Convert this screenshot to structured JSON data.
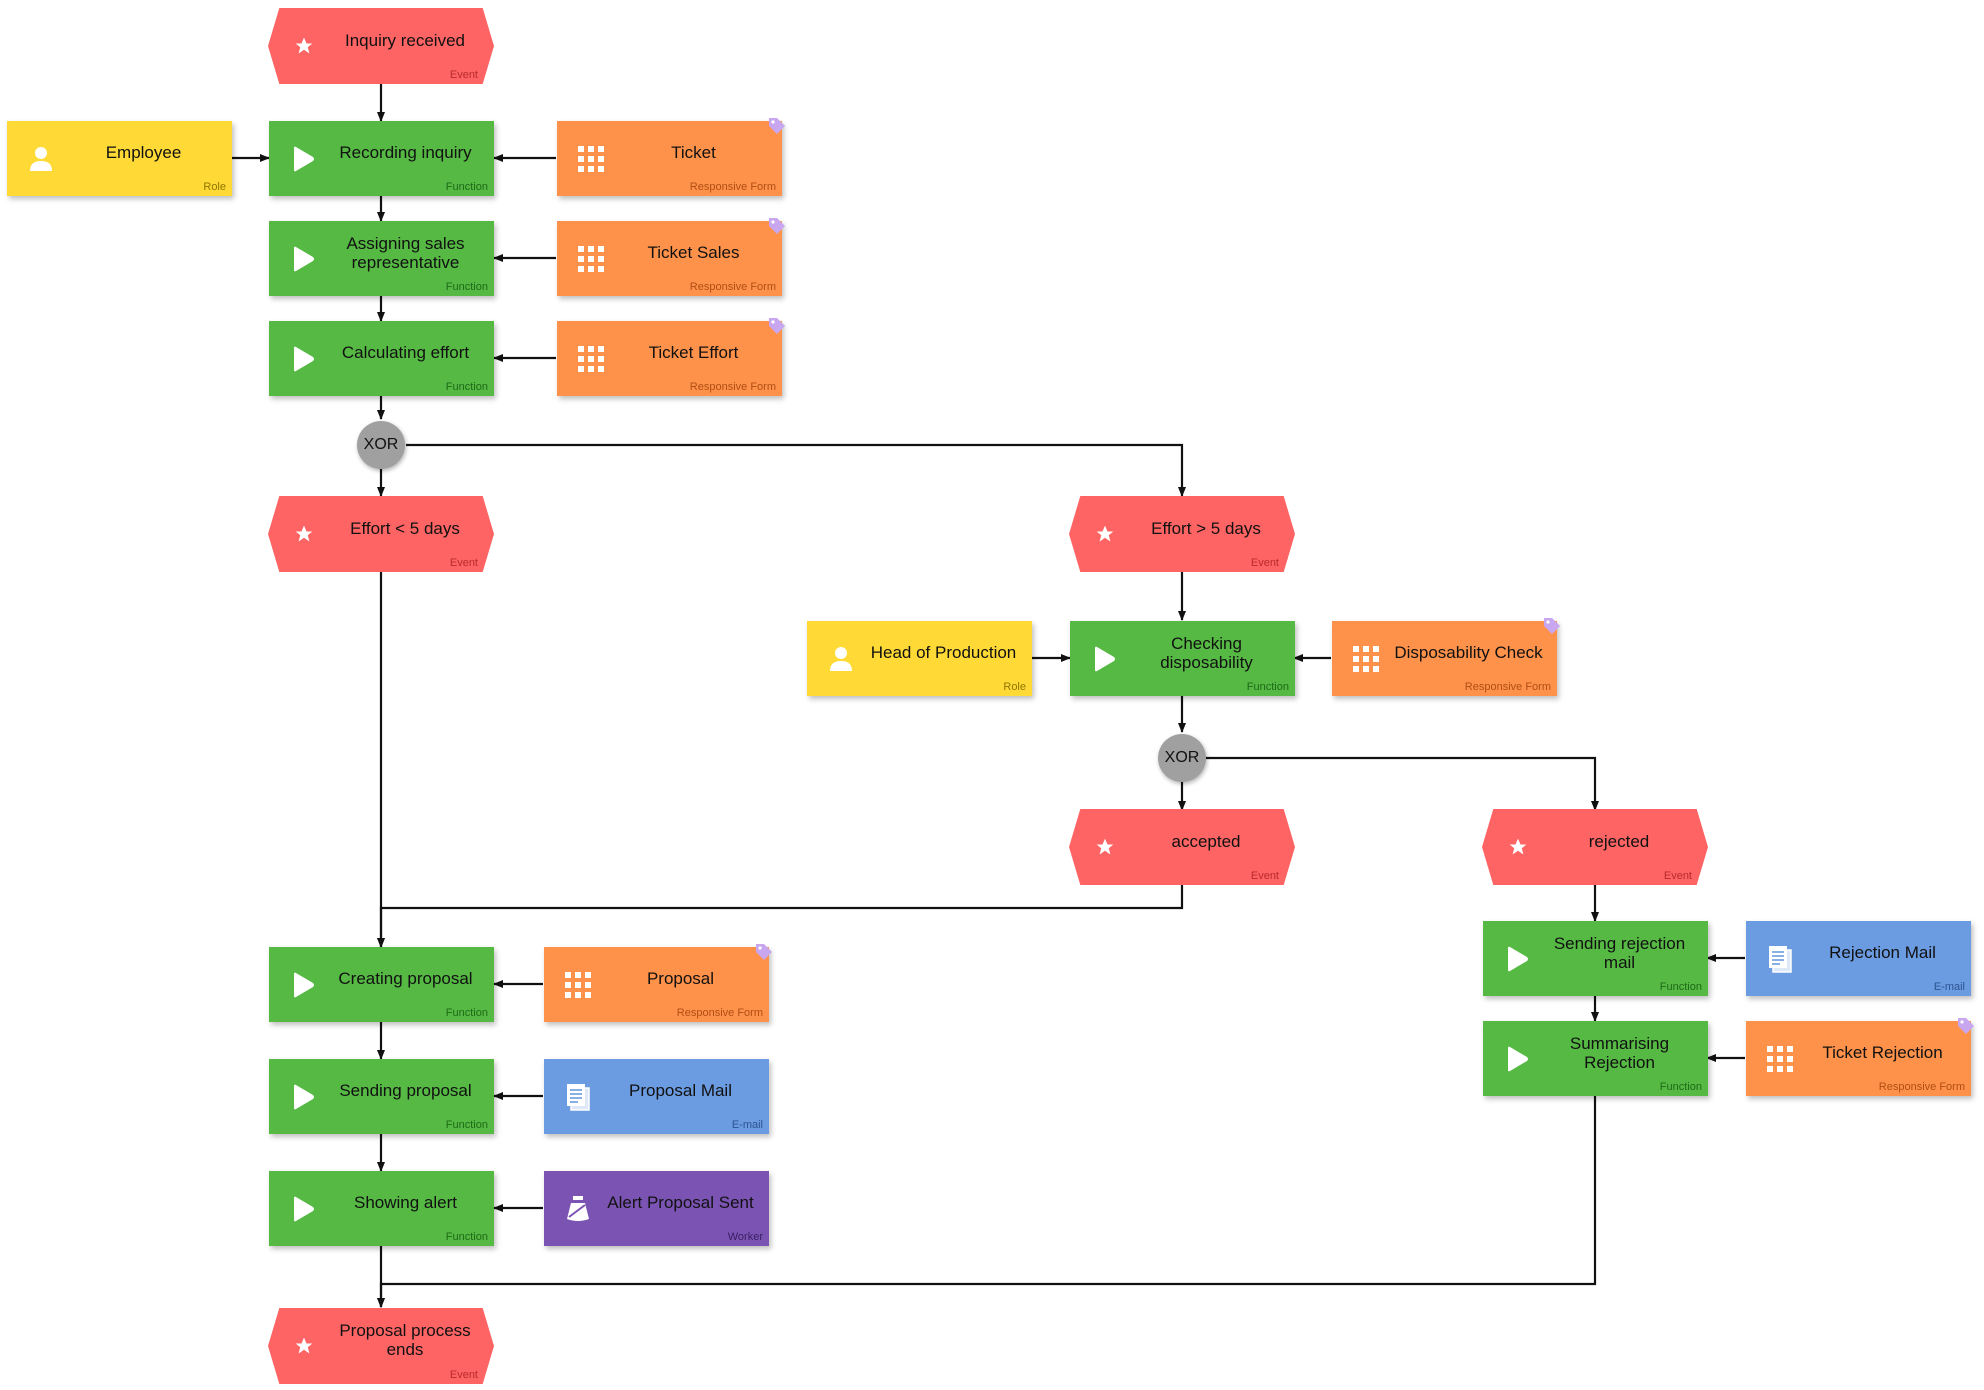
{
  "diagram": {
    "events": {
      "inquiry_received": {
        "label": "Inquiry received",
        "type": "Event"
      },
      "effort_lt5": {
        "label": "Effort < 5 days",
        "type": "Event"
      },
      "effort_gt5": {
        "label": "Effort > 5 days",
        "type": "Event"
      },
      "accepted": {
        "label": "accepted",
        "type": "Event"
      },
      "rejected": {
        "label": "rejected",
        "type": "Event"
      },
      "process_ends": {
        "label": "Proposal process ends",
        "type": "Event"
      }
    },
    "functions": {
      "recording_inquiry": {
        "label": "Recording inquiry",
        "type": "Function"
      },
      "assigning_sales": {
        "label": "Assigning sales representative",
        "type": "Function"
      },
      "calculating_effort": {
        "label": "Calculating effort",
        "type": "Function"
      },
      "checking_disposability": {
        "label": "Checking disposability",
        "type": "Function"
      },
      "creating_proposal": {
        "label": "Creating proposal",
        "type": "Function"
      },
      "sending_proposal": {
        "label": "Sending proposal",
        "type": "Function"
      },
      "showing_alert": {
        "label": "Showing alert",
        "type": "Function"
      },
      "sending_rejection_mail": {
        "label": "Sending rejection mail",
        "type": "Function"
      },
      "summarising_rejection": {
        "label": "Summarising Rejection",
        "type": "Function"
      }
    },
    "roles": {
      "employee": {
        "label": "Employee",
        "type": "Role"
      },
      "head_of_production": {
        "label": "Head of Production",
        "type": "Role"
      }
    },
    "forms": {
      "ticket": {
        "label": "Ticket",
        "type": "Responsive Form"
      },
      "ticket_sales": {
        "label": "Ticket Sales",
        "type": "Responsive Form"
      },
      "ticket_effort": {
        "label": "Ticket Effort",
        "type": "Responsive Form"
      },
      "disposability_check": {
        "label": "Disposability Check",
        "type": "Responsive Form"
      },
      "proposal": {
        "label": "Proposal",
        "type": "Responsive Form"
      },
      "ticket_rejection": {
        "label": "Ticket Rejection",
        "type": "Responsive Form"
      }
    },
    "mails": {
      "proposal_mail": {
        "label": "Proposal Mail",
        "type": "E-mail"
      },
      "rejection_mail": {
        "label": "Rejection Mail",
        "type": "E-mail"
      }
    },
    "workers": {
      "alert_proposal_sent": {
        "label": "Alert Proposal Sent",
        "type": "Worker"
      }
    },
    "gateways": {
      "xor1": {
        "label": "XOR"
      },
      "xor2": {
        "label": "XOR"
      }
    },
    "colors": {
      "event": "#ff6464",
      "function": "#55b944",
      "role": "#ffd935",
      "form": "#ff924a",
      "mail": "#6b9be0",
      "worker": "#7b54b3",
      "gateway": "#a0a0a0",
      "tag": "#c9a6f0"
    }
  }
}
